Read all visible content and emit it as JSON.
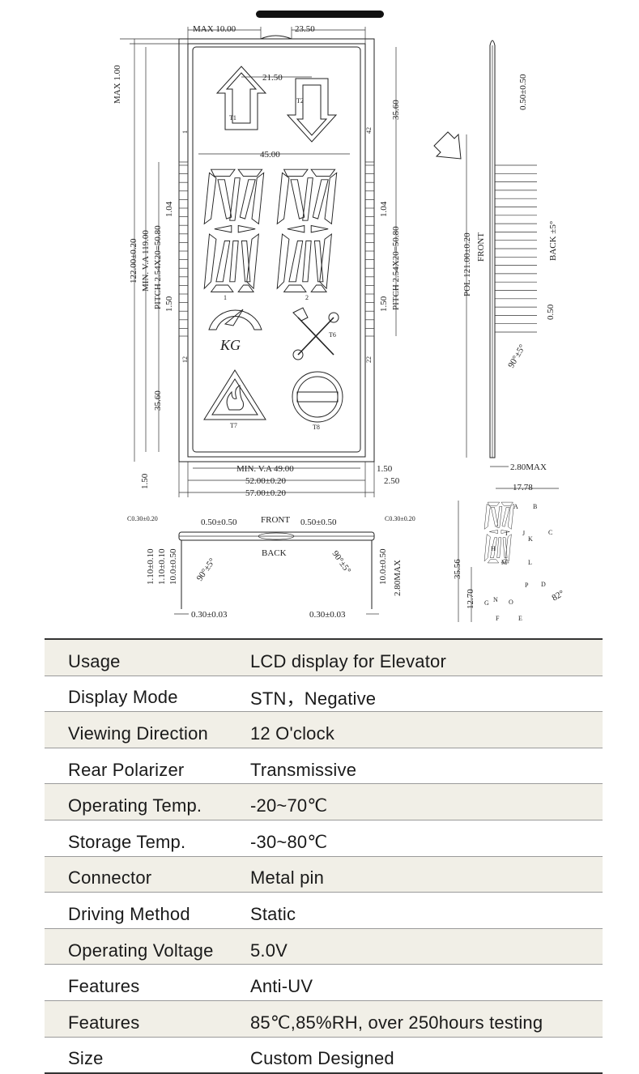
{
  "drawing": {
    "dims": {
      "max_10": "MAX 10.00",
      "w_23_50": "23.50",
      "max_1": "MAX 1.00",
      "arrow_gap": "21.50",
      "h_35_60_top": "35.60",
      "w_45": "45.00",
      "h_122": "122.00±0.20",
      "min_va_119": "MIN. V.A 119.00",
      "pitch_left": "PITCH 2.54X20=50.80",
      "pitch_right": "PITCH 2.54X20=50.80",
      "d_1_04_left": "1.04",
      "d_1_04_right": "1.04",
      "d_1_50_left": "1.50",
      "d_1_50_right": "1.50",
      "h_35_60_bottom": "35.60",
      "min_va_49": "MIN. V.A 49.00",
      "w_52": "52.00±0.20",
      "w_57": "57.00±0.20",
      "d_1_50_bl": "1.50",
      "d_1_50_br": "1.50",
      "d_2_50": "2.50",
      "d_0_50_top": "0.50±0.50",
      "pol_121": "POL 121.00±0.20",
      "front_side": "FRONT",
      "back_5": "BACK ±5°",
      "d_0_50_side": "0.50",
      "angle_side": "90°±5°",
      "max_2_80_side": "2.80MAX",
      "c_left": "C0.30±0.20",
      "c_right": "C0.30±0.20",
      "d_0_50_l": "0.50±0.50",
      "front_bottom": "FRONT",
      "d_0_50_r": "0.50±0.50",
      "back_bottom": "BACK",
      "angle_l": "90°±5°",
      "angle_r": "90°±5°",
      "h_1_10_a": "1.10±0.10",
      "h_1_10_b": "1.10±0.10",
      "h_10_l": "10.0±0.50",
      "h_10_r": "10.0±0.50",
      "max_2_80_b": "2.80MAX",
      "d_0_30_l": "0.30±0.03",
      "d_0_30_r": "0.30±0.03",
      "seg_w": "17.78",
      "seg_h": "35.56",
      "seg_h2": "12.70",
      "seg_angle": "82°"
    },
    "labels": {
      "t1": "T1",
      "t2": "T2",
      "t6": "T6",
      "t7": "T7",
      "t8": "T8",
      "kg": "KG",
      "digit1": "1",
      "digit2": "2",
      "pin1": "1",
      "pin12": "12",
      "pin42": "42",
      "pin22": "22"
    },
    "segments": [
      "A",
      "B",
      "C",
      "D",
      "E",
      "F",
      "G",
      "H",
      "I",
      "J",
      "K",
      "L",
      "M",
      "N",
      "O",
      "P"
    ]
  },
  "specs": [
    {
      "label": "Usage",
      "value": "LCD display for Elevator"
    },
    {
      "label": "Display Mode",
      "value": "STN，Negative"
    },
    {
      "label": "Viewing Direction",
      "value": "12 O'clock"
    },
    {
      "label": "Rear Polarizer",
      "value": "Transmissive"
    },
    {
      "label": "Operating Temp.",
      "value": "-20~70℃"
    },
    {
      "label": "Storage Temp.",
      "value": "-30~80℃"
    },
    {
      "label": "Connector",
      "value": "Metal pin"
    },
    {
      "label": "Driving Method",
      "value": "Static"
    },
    {
      "label": "Operating Voltage",
      "value": "5.0V"
    },
    {
      "label": "Features",
      "value": "Anti-UV"
    },
    {
      "label": "Features",
      "value": "85℃,85%RH, over 250hours testing"
    },
    {
      "label": "Size",
      "value": "Custom Designed"
    }
  ]
}
